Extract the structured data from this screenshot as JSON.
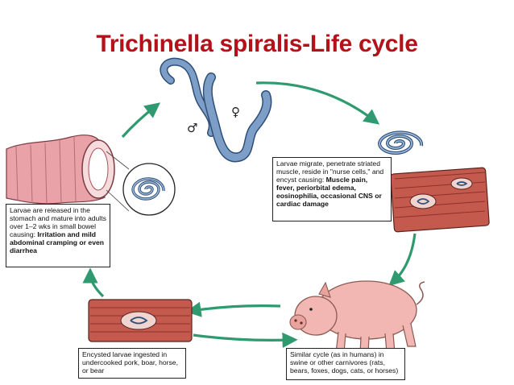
{
  "title": "Trichinella spiralis-Life cycle",
  "colors": {
    "title": "#b3121b",
    "arrow": "#2f9a70",
    "worm_body": "#7d9fc7",
    "worm_outline": "#2d4e78",
    "muscle": "#c45a4e",
    "pig": "#f2b7b2",
    "intestine": "#e8a2a8"
  },
  "symbols": {
    "male": "♂",
    "female": "♀"
  },
  "boxes": {
    "larvae_released": {
      "text": "Larvae are released in the stomach and mature into adults over 1–2 wks in small bowel causing:",
      "bold": "Irritation and mild abdominal cramping or even diarrhea"
    },
    "larvae_migrate": {
      "text": "Larvae migrate, penetrate striated muscle, reside in \"nurse cells,\" and encyst causing:",
      "bold": "Muscle pain, fever, periorbital edema, eosinophilia, occasional CNS or cardiac damage"
    },
    "encysted": {
      "text": "Encysted larvae ingested in undercooked pork, boar, horse, or bear"
    },
    "similar": {
      "text": "Similar cycle (as in humans) in swine or other carnivores (rats, bears, foxes, dogs, cats, or horses)"
    }
  }
}
